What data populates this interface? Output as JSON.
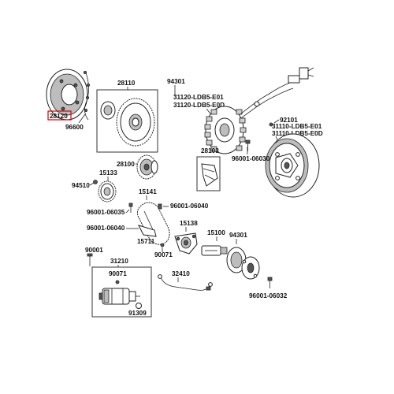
{
  "diagram": {
    "highlight_color": "#d40000",
    "labels": {
      "p28120": "28120",
      "p96600": "96600",
      "p28110": "28110",
      "p94301_top": "94301",
      "p31120_e01": "31120-LDB5-E01",
      "p31120_e0d": "31120-LDB5-E0D",
      "p92101": "92101",
      "p31110_e01": "31110-LDB5-E01",
      "p31110_e0d": "31110-LDB5-E0D",
      "p28103": "28103",
      "p96001_06030": "96001-06030",
      "p28100": "28100",
      "p15133": "15133",
      "p94510": "94510",
      "p15141": "15141",
      "p96001_06040_a": "96001-06040",
      "p96001_06035": "96001-06035",
      "p15138": "15138",
      "p96001_06040_b": "96001-06040",
      "p15711": "15711",
      "p15100": "15100",
      "p94301_mid": "94301",
      "p90001": "90001",
      "p90071_a": "90071",
      "p31210": "31210",
      "p32410": "32410",
      "p90071_b": "90071",
      "p91309": "91309",
      "p96001_06032": "96001-06032"
    }
  }
}
